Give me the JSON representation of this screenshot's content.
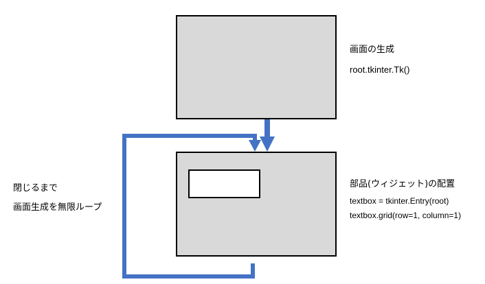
{
  "colors": {
    "box_fill": "#d9d9d9",
    "box_border": "#000000",
    "arrow": "#4472c4",
    "entry_fill": "#ffffff"
  },
  "window_step": {
    "title": "画面の生成",
    "code": "root.tkinter.Tk()"
  },
  "widget_step": {
    "title": "部品(ウィジェット)の配置",
    "code_line1": "textbox = tkinter.Entry(root)",
    "code_line2": "textbox.grid(row=1, column=1)"
  },
  "loop": {
    "line1": "閉じるまで",
    "line2": "画面生成を無限ループ"
  }
}
